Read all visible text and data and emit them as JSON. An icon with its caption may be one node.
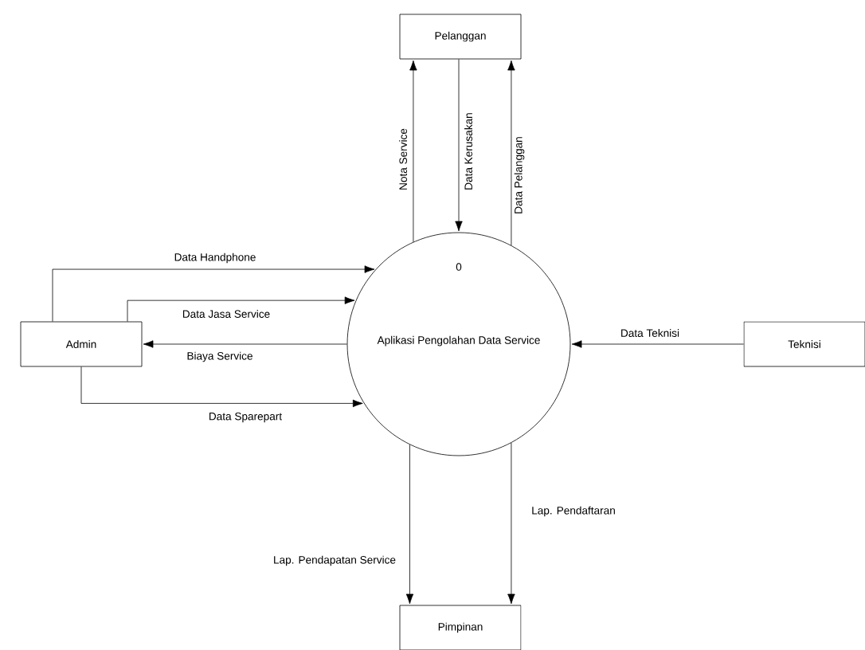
{
  "diagram": {
    "nodes": [
      {
        "text": [
          "Pelanggan"
        ]
      },
      {
        "text": [
          "Admin"
        ]
      },
      {
        "text": [
          "0",
          "Aplikasi Pengolahan Data Service"
        ]
      },
      {
        "text": [
          "Teknisi"
        ]
      },
      {
        "text": [
          "Pimpinan"
        ]
      }
    ],
    "edges": [
      {
        "from": 2,
        "to": 0,
        "arrow": "to",
        "label": "Nota Service"
      },
      {
        "from": 0,
        "to": 2,
        "arrow": "to",
        "label": "Data Kerusakan"
      },
      {
        "from": 2,
        "to": 0,
        "arrow": "to",
        "label": "Data Pelanggan"
      },
      {
        "from": 1,
        "to": 2,
        "arrow": "to",
        "label": "Data Handphone"
      },
      {
        "from": 1,
        "to": 2,
        "arrow": "to",
        "label": "Data Jasa Service"
      },
      {
        "from": 2,
        "to": 1,
        "arrow": "to",
        "label": "Biaya Service"
      },
      {
        "from": 1,
        "to": 2,
        "arrow": "to",
        "label": "Data Sparepart"
      },
      {
        "from": 3,
        "to": 2,
        "arrow": "to",
        "label": "Data Teknisi"
      },
      {
        "from": 2,
        "to": 4,
        "arrow": "to",
        "label": "Lap. Pendapatan Service"
      },
      {
        "from": 2,
        "to": 4,
        "arrow": "to",
        "label": "Lap. Pendaftaran"
      }
    ]
  }
}
